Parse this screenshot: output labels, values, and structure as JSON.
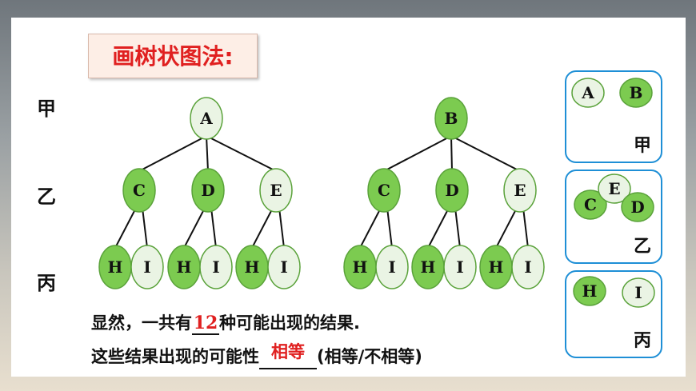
{
  "title": "画树状图法:",
  "rows": [
    "甲",
    "乙",
    "丙"
  ],
  "tree1": {
    "root": "A",
    "children": [
      "C",
      "D",
      "E"
    ],
    "leaves": [
      "H",
      "I"
    ]
  },
  "tree2": {
    "root": "B",
    "children": [
      "C",
      "D",
      "E"
    ],
    "leaves": [
      "H",
      "I"
    ]
  },
  "groups": [
    {
      "label": "甲",
      "items": [
        "A",
        "B"
      ]
    },
    {
      "label": "乙",
      "items": [
        "C",
        "E",
        "D"
      ]
    },
    {
      "label": "丙",
      "items": [
        "H",
        "I"
      ]
    }
  ],
  "sentence1": {
    "before": "显然，一共有",
    "answer": "12",
    "after": "种可能出现的结果."
  },
  "sentence2": {
    "before": "这些结果出现的可能性",
    "answer": "相等",
    "after": "(相等/不相等)"
  },
  "colors": {
    "green_node": "#7ccb50",
    "pale_node": "#eaf4e4",
    "node_border": "#5aa23a",
    "box_border": "#1e8fd6",
    "answer_red": "#e02020"
  }
}
